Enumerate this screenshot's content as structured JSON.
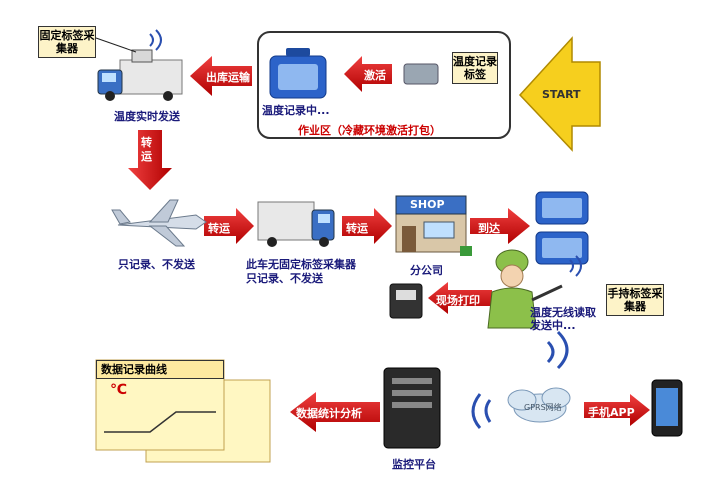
{
  "labels": {
    "fixed_collector": "固定标签采集器",
    "realtime_send": "温度实时发送",
    "out_transport": "出库运输",
    "recording_1": "温度记录中...",
    "work_zone": "作业区（冷藏环境激活打包）",
    "activate": "激活",
    "temp_tag": "温度记录标签",
    "start": "START",
    "transfer_1": "转运",
    "transfer_2": "转运",
    "transfer_3": "转运",
    "record_only_plane": "只记录、不发送",
    "truck_no_collector": "此车无固定标签采集器",
    "record_only_truck": "只记录、不发送",
    "arrive": "到达",
    "shop": "SHOP",
    "branch": "分公司",
    "onsite_print": "现场打印",
    "wireless_read": "温度无线读取发送中...",
    "handheld_collector": "手持标签采集器",
    "gprs": "GPRS网络",
    "mobile_app": "手机APP",
    "data_curve": "数据记录曲线",
    "celsius": "℃",
    "stats_analysis": "数据统计分析",
    "monitor_platform": "监控平台"
  }
}
